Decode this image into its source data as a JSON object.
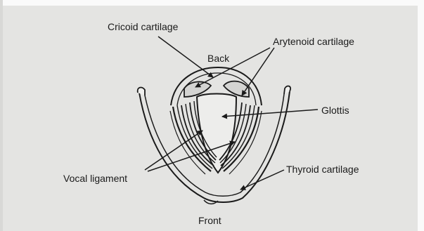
{
  "diagram": {
    "labels": {
      "cricoid": "Cricoid cartilage",
      "back": "Back",
      "arytenoid": "Arytenoid cartilage",
      "glottis": "Glottis",
      "thyroid": "Thyroid cartilage",
      "vocal": "Vocal ligament",
      "front": "Front"
    }
  }
}
